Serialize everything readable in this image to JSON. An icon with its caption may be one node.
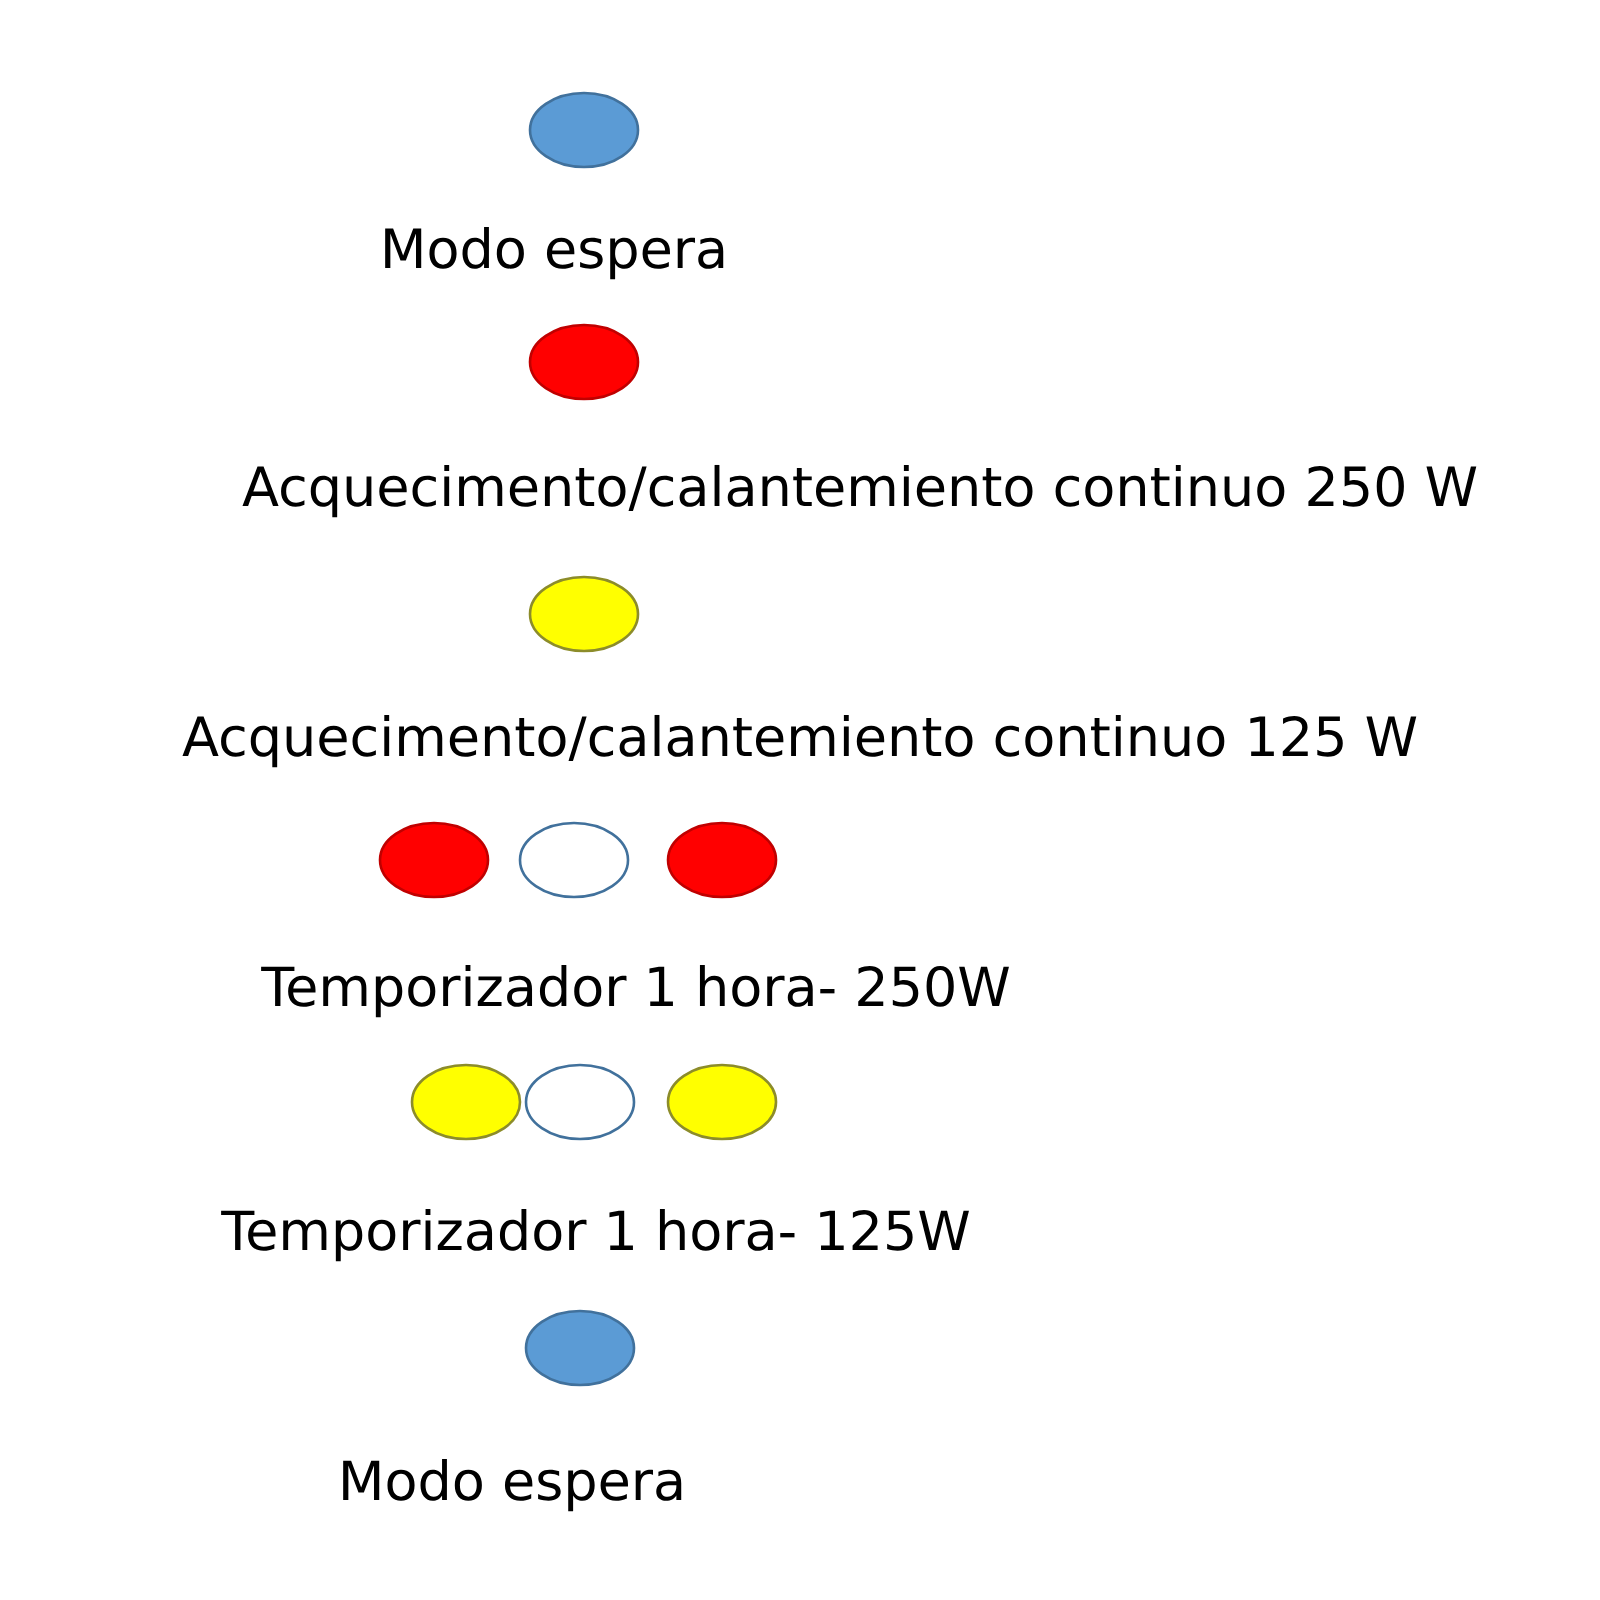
{
  "diagram": {
    "nodes": [
      {
        "text": [],
        "shape": "circle",
        "beside": [
          "Modo espera"
        ]
      },
      {
        "text": [],
        "shape": "circle",
        "beside": [
          "Acquecimento/calantemiento continuo 250 W"
        ]
      },
      {
        "text": [],
        "shape": "circle",
        "beside": [
          "Acquecimento/calantemiento continuo 125 W"
        ]
      },
      {
        "text": [],
        "shape": "circle"
      },
      {
        "text": [],
        "shape": "circle",
        "beside": [
          "Temporizador 1 hora- 250W"
        ]
      },
      {
        "text": [],
        "shape": "circle"
      },
      {
        "text": [],
        "shape": "circle"
      },
      {
        "text": [],
        "shape": "circle",
        "beside": [
          "Temporizador 1 hora- 125W"
        ]
      },
      {
        "text": [],
        "shape": "circle"
      },
      {
        "text": [],
        "shape": "circle",
        "beside": [
          "Modo espera"
        ]
      }
    ]
  }
}
